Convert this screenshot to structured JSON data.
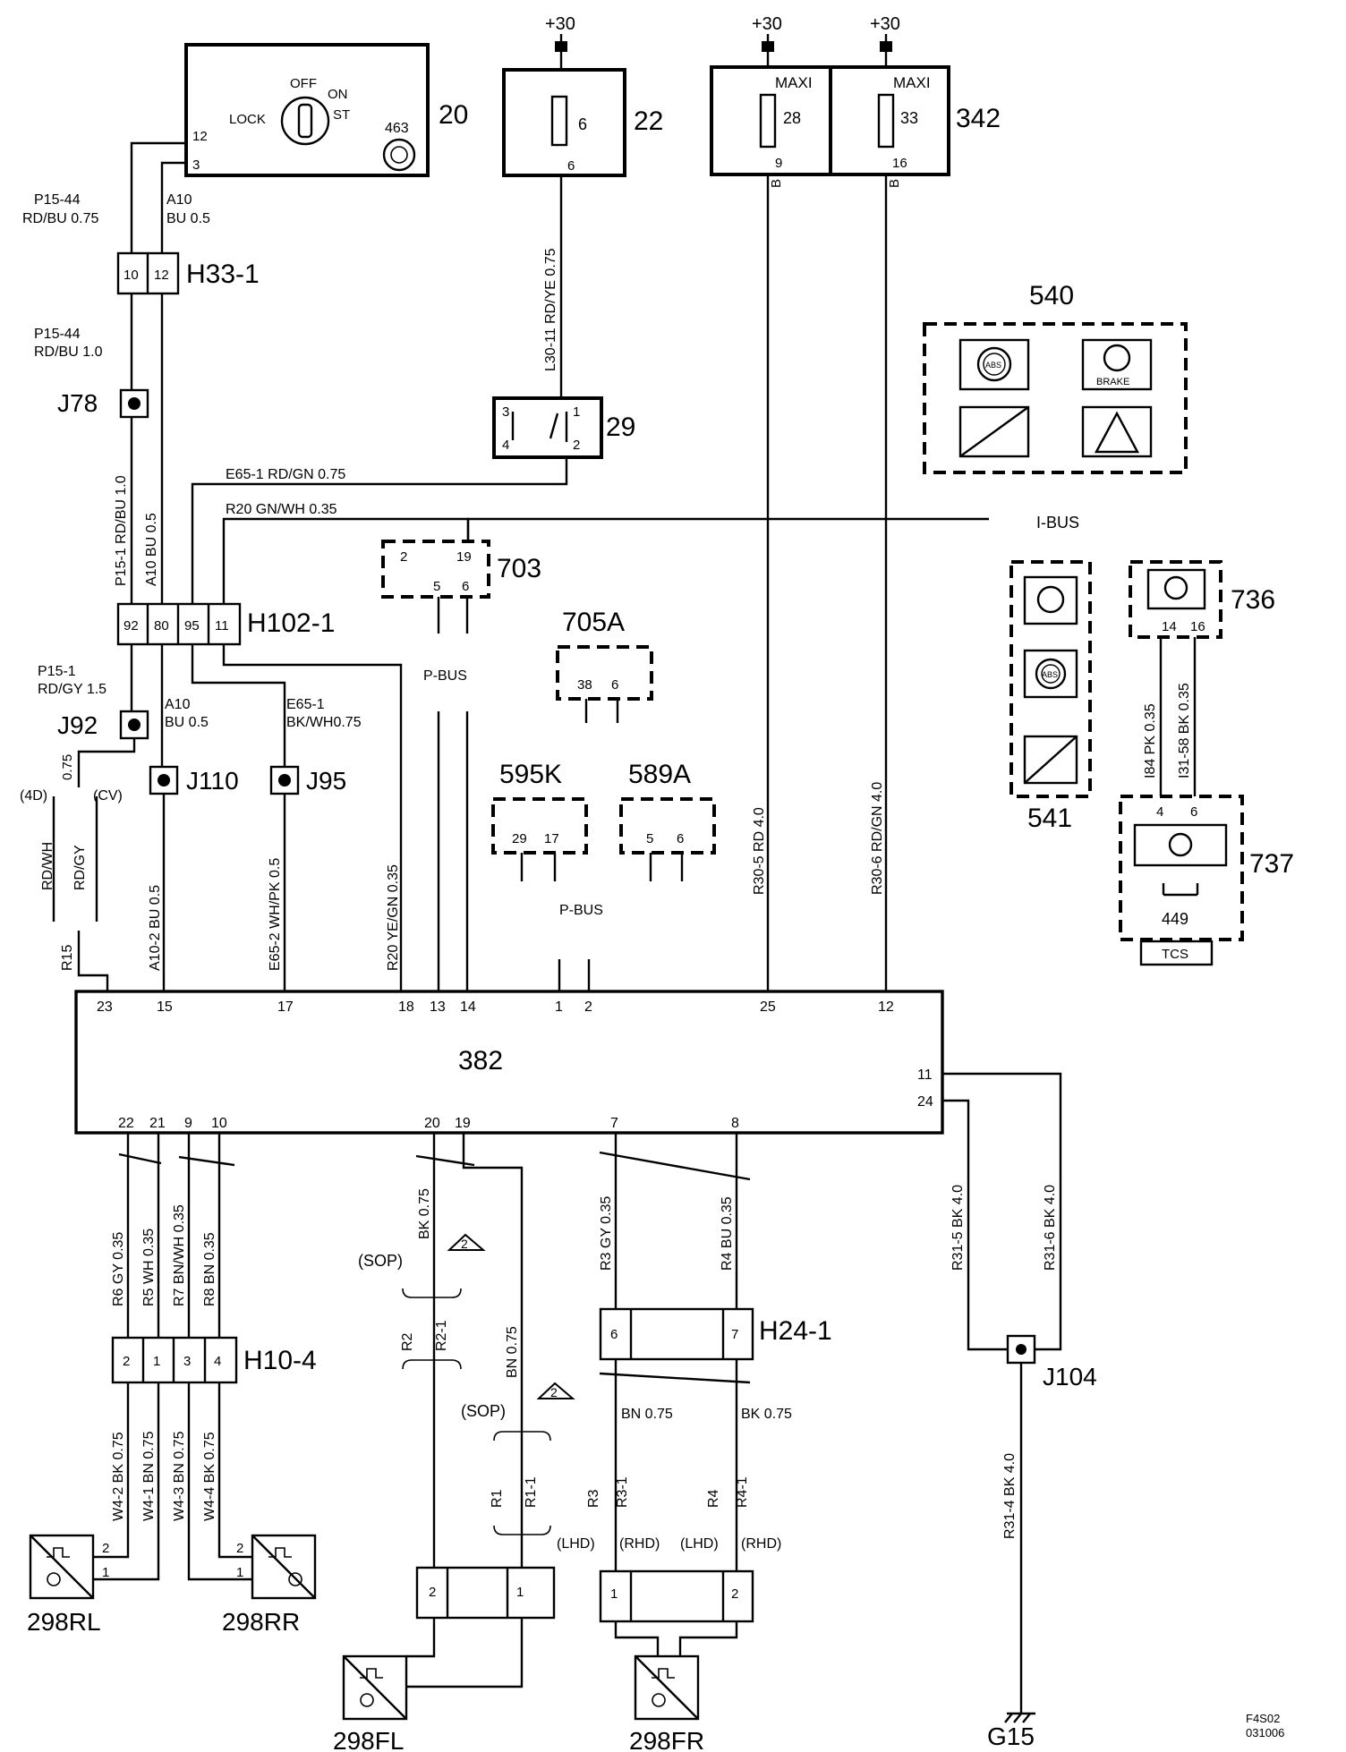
{
  "supply": {
    "plus30": "+30",
    "maxi": "MAXI",
    "b": "B"
  },
  "components": {
    "ignition": {
      "id": "20",
      "off": "OFF",
      "on": "ON",
      "lock": "LOCK",
      "st": "ST",
      "sub": "463",
      "pin_a": "12",
      "pin_b": "3"
    },
    "fuse22": {
      "id": "22",
      "fuse": "6",
      "pin": "6"
    },
    "fuse342": {
      "id": "342",
      "fuse_a": "28",
      "pin_a": "9",
      "fuse_b": "33",
      "pin_b": "16"
    },
    "switch29": {
      "id": "29",
      "p1": "1",
      "p2": "2",
      "p3": "3",
      "p4": "4"
    },
    "conn_h33": {
      "id": "H33-1",
      "p1": "10",
      "p2": "12"
    },
    "conn_h102": {
      "id": "H102-1",
      "p1": "92",
      "p2": "80",
      "p3": "95",
      "p4": "11"
    },
    "j78": "J78",
    "j92": "J92",
    "j110": "J110",
    "j95": "J95",
    "j104": "J104",
    "g15": "G15",
    "m703": {
      "id": "703",
      "p2": "2",
      "p19": "19",
      "p5": "5",
      "p6": "6"
    },
    "m705a": {
      "id": "705A",
      "p38": "38",
      "p6": "6"
    },
    "m595k": {
      "id": "595K",
      "p29": "29",
      "p17": "17"
    },
    "m589a": {
      "id": "589A",
      "p5": "5",
      "p6": "6"
    },
    "m540": {
      "id": "540",
      "abs": "ABS",
      "brake": "BRAKE"
    },
    "m541": {
      "id": "541",
      "abs": "ABS"
    },
    "m736": {
      "id": "736",
      "p14": "14",
      "p16": "16"
    },
    "m737": {
      "id": "737",
      "p4": "4",
      "p6": "6",
      "sub": "449",
      "tcs": "TCS"
    },
    "ecu382": {
      "id": "382",
      "top_pins": [
        "23",
        "15",
        "17",
        "18",
        "13",
        "14",
        "1",
        "2",
        "25",
        "12"
      ],
      "bottom_pins": [
        "22",
        "21",
        "9",
        "10",
        "20",
        "19",
        "7",
        "8"
      ],
      "right_a": "11",
      "right_b": "24"
    },
    "conn_h10": {
      "id": "H10-4",
      "p": [
        "2",
        "1",
        "3",
        "4"
      ]
    },
    "conn_h24": {
      "id": "H24-1",
      "p6": "6",
      "p7": "7"
    },
    "sensors": [
      "298RL",
      "298RR",
      "298FL",
      "298FR"
    ],
    "sensor_pins": {
      "p1": "1",
      "p2": "2"
    }
  },
  "wires": {
    "p15_44a": "P15-44",
    "rdbu075": "RD/BU  0.75",
    "a10": "A10",
    "bu05": "BU  0.5",
    "p15_44b": "P15-44",
    "rdbu10": "RD/BU  1.0",
    "l30_11": "L30-11  RD/YE  0.75",
    "e65_1": "E65-1  RD/GN  0.75",
    "r20": "R20  GN/WH  0.35",
    "p15_1v": "P15-1  RD/BU  1.0",
    "a10v": "A10  BU  0.5",
    "p15_1b": "P15-1",
    "rdgy15": "RD/GY  1.5",
    "a10b": "A10",
    "bu05b": "BU  0.5",
    "e65_1b": "E65-1",
    "bkwh075": "BK/WH0.75",
    "w075": "0.75",
    "d4": "(4D)",
    "cv": "(CV)",
    "rdwh": "RD/WH",
    "rdgy": "RD/GY",
    "r15": "R15",
    "a10_2": "A10-2  BU  0.5",
    "e65_2": "E65-2  WH/PK  0.5",
    "r20v": "R20  YE/GN  0.35",
    "pbus": "P-BUS",
    "ibus": "I-BUS",
    "r30_5": "R30-5  RD  4.0",
    "r30_6": "R30-6  RD/GN  4.0",
    "i84": "I84  PK  0.35",
    "i31": "I31-58  BK  0.35",
    "r6": "R6  GY  0.35",
    "r5": "R5  WH  0.35",
    "r7": "R7  BN/WH  0.35",
    "r8": "R8  BN  0.35",
    "w42": "W4-2  BK  0.75",
    "w41": "W4-1  BN  0.75",
    "w43": "W4-3  BN  0.75",
    "w44": "W4-4  BK  0.75",
    "bk075": "BK  0.75",
    "sop": "(SOP)",
    "tri": "2",
    "r2": "R2",
    "r2_1": "R2-1",
    "bn075v": "BN  0.75",
    "r1": "R1",
    "r1_1": "R1-1",
    "r3": "R3  GY  0.35",
    "r4": "R4  BU  0.35",
    "bn075": "BN 0.75",
    "bk075b": "BK 0.75",
    "r3s": "R3",
    "r3_1": "R3-1",
    "r4s": "R4",
    "r4_1": "R4-1",
    "lhd": "(LHD)",
    "rhd": "(RHD)",
    "r31_5": "R31-5  BK  4.0",
    "r31_6": "R31-6  BK  4.0",
    "r31_4": "R31-4  BK  4.0"
  },
  "footer": {
    "code": "F4S02",
    "date": "031006"
  }
}
